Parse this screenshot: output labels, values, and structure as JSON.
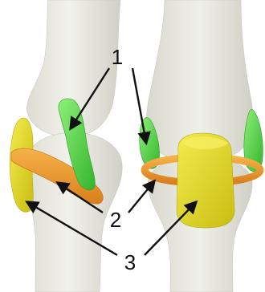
{
  "labels": {
    "one": "1",
    "two": "2",
    "three": "3"
  },
  "colors": {
    "background": "#ffffff",
    "bone": "#ebebe3",
    "bone_shade": "#d4d4ca",
    "ligament_green": "#55d64a",
    "ligament_orange": "#ee9a30",
    "ligament_yellow": "#e6dc2a",
    "arrow": "#111111"
  },
  "icons": {
    "arrow": "arrow-right-down"
  }
}
